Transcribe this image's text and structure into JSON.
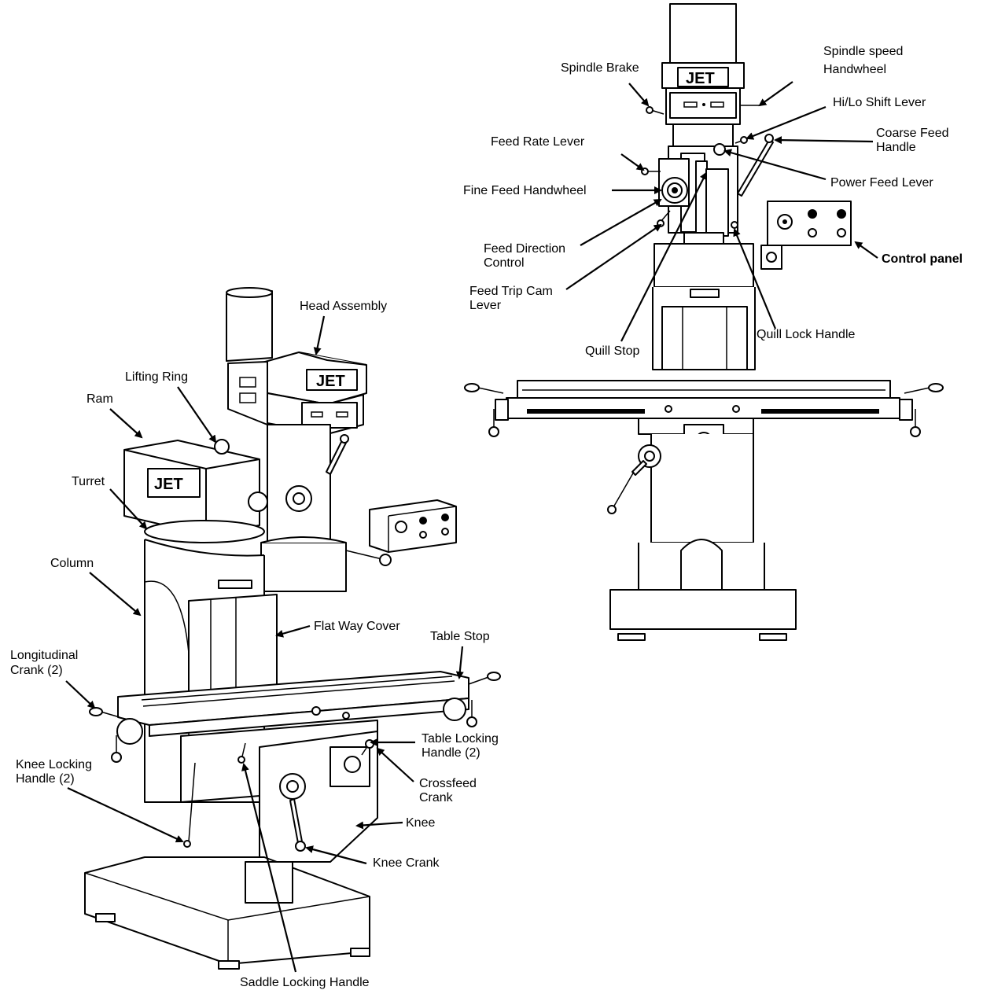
{
  "front_view_labels": {
    "spindle_brake": "Spindle Brake",
    "spindle_speed_handwheel_line1": "Spindle speed",
    "spindle_speed_handwheel_line2": "Handwheel",
    "hi_lo_shift_lever": "Hi/Lo Shift Lever",
    "coarse_feed_handle_line1": "Coarse Feed",
    "coarse_feed_handle_line2": "Handle",
    "feed_rate_lever": "Feed Rate Lever",
    "power_feed_lever": "Power Feed Lever",
    "fine_feed_handwheel": "Fine Feed Handwheel",
    "feed_direction_control_line1": "Feed Direction",
    "feed_direction_control_line2": "Control",
    "control_panel": "Control panel",
    "feed_trip_cam_lever_line1": "Feed Trip Cam",
    "feed_trip_cam_lever_line2": "Lever",
    "quill_lock_handle": "Quill Lock Handle",
    "quill_stop": "Quill Stop"
  },
  "iso_view_labels": {
    "head_assembly": "Head Assembly",
    "lifting_ring": "Lifting Ring",
    "ram": "Ram",
    "turret": "Turret",
    "column": "Column",
    "flat_way_cover": "Flat Way Cover",
    "table_stop": "Table Stop",
    "longitudinal_crank_line1": "Longitudinal",
    "longitudinal_crank_line2": "Crank (2)",
    "table_locking_handle_line1": "Table Locking",
    "table_locking_handle_line2": "Handle (2)",
    "knee_locking_handle_line1": "Knee Locking",
    "knee_locking_handle_line2": "Handle (2)",
    "crossfeed_crank_line1": "Crossfeed",
    "crossfeed_crank_line2": "Crank",
    "knee": "Knee",
    "knee_crank": "Knee Crank",
    "saddle_locking_handle": "Saddle Locking Handle"
  },
  "brand_plates": {
    "front_head": "JET",
    "iso_head": "JET",
    "iso_ram": "JET"
  },
  "colors": {
    "line": "#000000",
    "background": "#ffffff"
  }
}
